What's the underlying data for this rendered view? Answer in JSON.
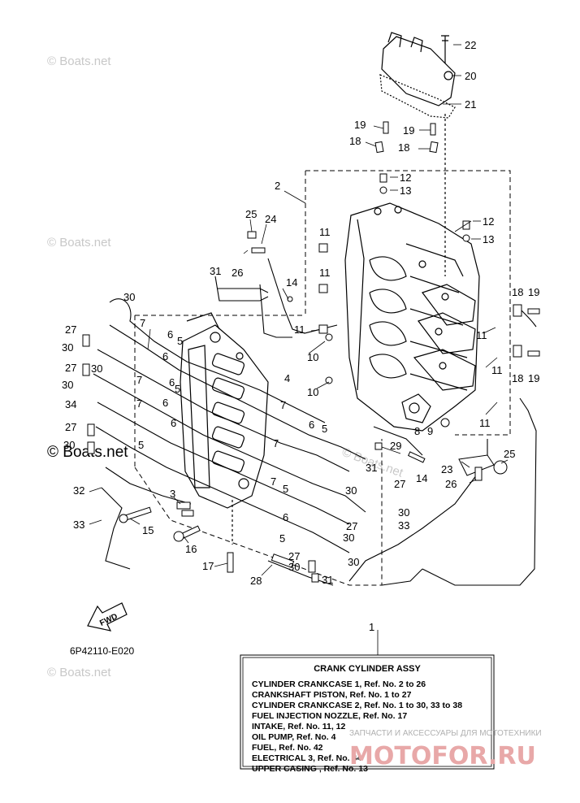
{
  "watermark_text": "© Boats.net",
  "watermark_emphasis": "© Boats.net",
  "part_labels": {
    "p22": "22",
    "p20": "20",
    "p21": "21",
    "p19a": "19",
    "p18a": "18",
    "p19b": "19",
    "p18b": "18",
    "p12a": "12",
    "p13a": "13",
    "p2": "2",
    "p12b": "12",
    "p13b": "13",
    "p25a": "25",
    "p24": "24",
    "p26a": "26",
    "p11a": "11",
    "p11b": "11",
    "p11c": "11",
    "p31a": "31",
    "p14a": "14",
    "p30a": "30",
    "p18c": "18",
    "p19c": "19",
    "p10a": "10",
    "p10b": "10",
    "p11d": "11",
    "p27a": "27",
    "p30b": "30",
    "p27b": "27",
    "p30c": "30",
    "p34": "34",
    "p27c": "27",
    "p30d": "30",
    "p7a": "7",
    "p6a": "6",
    "p5a": "5",
    "p6b": "6",
    "p5b": "5",
    "p6c": "6",
    "p7b": "7",
    "p7c": "7",
    "p6d": "6",
    "p5c": "5",
    "p4": "4",
    "p7d": "7",
    "p6e": "6",
    "p5d": "5",
    "p7e": "7",
    "p6f": "6",
    "p30e": "30",
    "p11e": "11",
    "p18d": "18",
    "p19d": "19",
    "p8": "8",
    "p9": "9",
    "p11f": "11",
    "p29": "29",
    "p31b": "31",
    "p14b": "14",
    "p25b": "25",
    "p23": "23",
    "p26b": "26",
    "p32": "32",
    "p33a": "33",
    "p15": "15",
    "p3": "3",
    "p27d": "27",
    "p30f": "30",
    "p30g": "30",
    "p7f": "7",
    "p5e": "5",
    "p6g": "6",
    "p30h": "30",
    "p27e": "27",
    "p33b": "33",
    "p5f": "5",
    "p16": "16",
    "p17": "17",
    "p28": "28",
    "p27f": "27",
    "p30i": "30",
    "p31c": "31",
    "p30j": "30",
    "p1": "1"
  },
  "fwd_label": "FWD",
  "diagram_code": "6P42110-E020",
  "assy_box": {
    "title": "CRANK  CYLINDER ASSY",
    "lines": [
      "CYLINDER CRANKCASE 1,   Ref. No. 2 to 26",
      "CRANKSHAFT PISTON,   Ref. No. 1 to 27",
      "CYLINDER CRANKCASE 2,   Ref. No. 1 to 30, 33 to 38",
      "FUEL INJECTION NOZZLE,   Ref. No. 17",
      "INTAKE,   Ref. No. 11, 12",
      "OIL PUMP,   Ref. No. 4",
      "FUEL,   Ref. No. 42",
      "ELECTRICAL 3,   Ref. No. 64",
      "UPPER CASING ,   Ref. No. 13"
    ]
  },
  "brand": {
    "tagline": "ЗАПЧАСТИ И АКСЕССУАРЫ ДЛЯ МОТОТЕХНИКИ",
    "logo": "MOTOFOR.RU"
  }
}
